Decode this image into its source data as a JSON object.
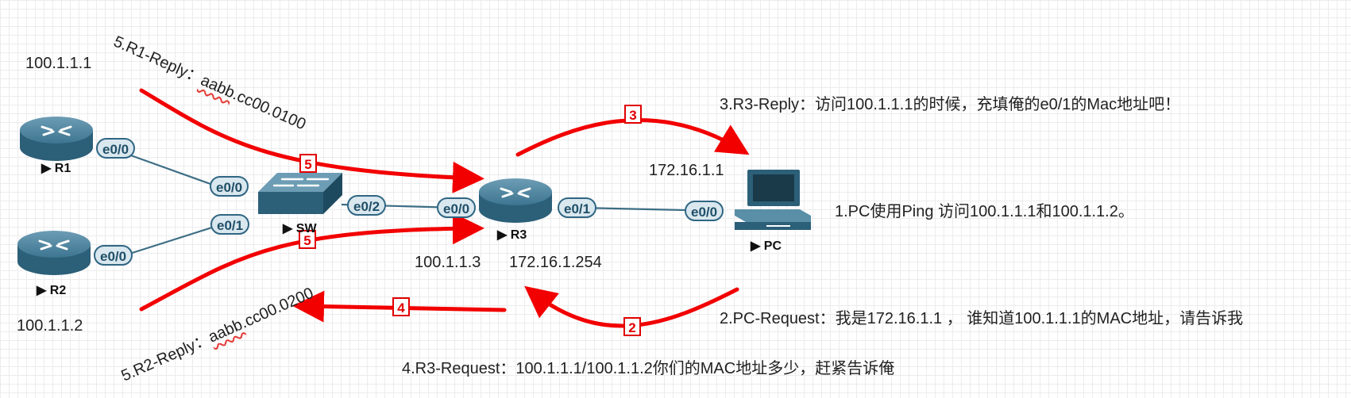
{
  "devices": {
    "r1": {
      "label": "R1"
    },
    "r2": {
      "label": "R2"
    },
    "sw": {
      "label": "SW"
    },
    "r3": {
      "label": "R3"
    },
    "pc": {
      "label": "PC"
    }
  },
  "play_marker": "▶",
  "interfaces": {
    "r1_e00": "e0/0",
    "r2_e00": "e0/0",
    "sw_e00": "e0/0",
    "sw_e01": "e0/1",
    "sw_e02": "e0/2",
    "r3_e00": "e0/0",
    "r3_e01": "e0/1",
    "pc_e00": "e0/0"
  },
  "ips": {
    "r1": "100.1.1.1",
    "r2": "100.1.1.2",
    "r3_e00": "100.1.1.3",
    "r3_e01": "172.16.1.254",
    "pc": "172.16.1.1"
  },
  "annotations": {
    "r1_reply_prefix": "5.R1-Reply：",
    "r1_reply_mac_a": "aabb",
    "r1_reply_mac_b": ".cc00.0100",
    "r2_reply_prefix": "5.R2-Reply：",
    "r2_reply_mac_a": "aabb",
    "r2_reply_mac_b": ".cc00.0200",
    "r3_reply": "3.R3-Reply：访问100.1.1.1的时候，充填俺的e0/1的Mac地址吧！",
    "pc_ping": "1.PC使用Ping 访问100.1.1.1和100.1.1.2。",
    "pc_request": "2.PC-Request：我是172.16.1.1 ，  谁知道100.1.1.1的MAC地址，请告诉我",
    "r3_request": "4.R3-Request：100.1.1.1/100.1.1.2你们的MAC地址多少，赶紧告诉俺"
  },
  "steps": {
    "s2": "2",
    "s3": "3",
    "s4": "4",
    "s5a": "5",
    "s5b": "5"
  },
  "colors": {
    "arrow": "#f20000",
    "link": "#3d6e85",
    "router_dark": "#2c5f78",
    "router_light": "#5a8fa8"
  }
}
